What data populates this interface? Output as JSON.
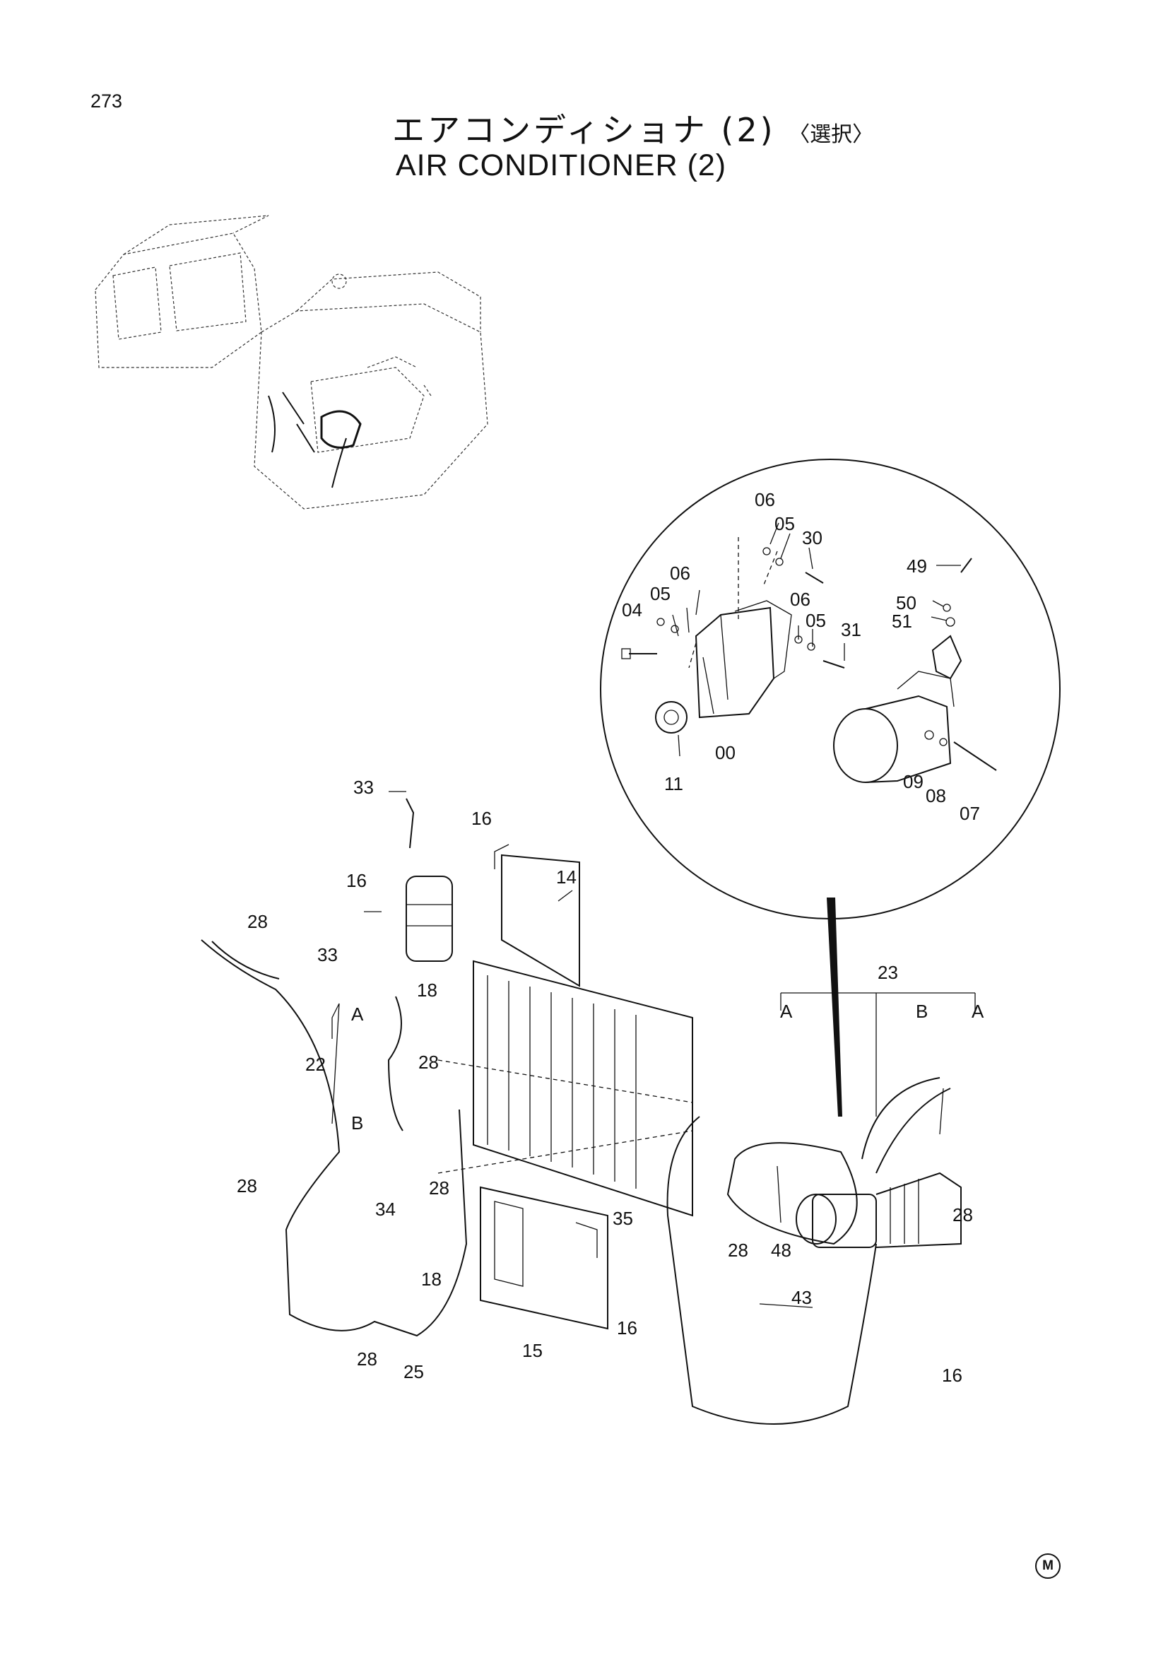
{
  "page_number": "273",
  "title_jp": "エアコンディショナ (2)",
  "title_jp_option": "〈選択〉",
  "title_en": "AIR CONDITIONER (2)",
  "corner_mark": "M",
  "callouts": {
    "c06a": "06",
    "c05a": "05",
    "c30": "30",
    "c49": "49",
    "c06b": "06",
    "c05b": "05",
    "c04": "04",
    "c06c": "06",
    "c05c": "05",
    "c31": "31",
    "c50": "50",
    "c51": "51",
    "c00": "00",
    "c11": "11",
    "c09": "09",
    "c08": "08",
    "c07": "07",
    "c33a": "33",
    "c16a": "16",
    "c14": "14",
    "c16b": "16",
    "c28a": "28",
    "c33b": "33",
    "c18a": "18",
    "cA1": "A",
    "c22": "22",
    "c28b": "28",
    "cB1": "B",
    "c28c": "28",
    "c34": "34",
    "c28d": "28",
    "c35": "35",
    "c18b": "18",
    "c16c": "16",
    "c15": "15",
    "c28e": "28",
    "c25": "25",
    "c23": "23",
    "cA2": "A",
    "cB2": "B",
    "cA3": "A",
    "c28f": "28",
    "c48": "48",
    "c28g": "28",
    "c43": "43",
    "c16d": "16"
  }
}
